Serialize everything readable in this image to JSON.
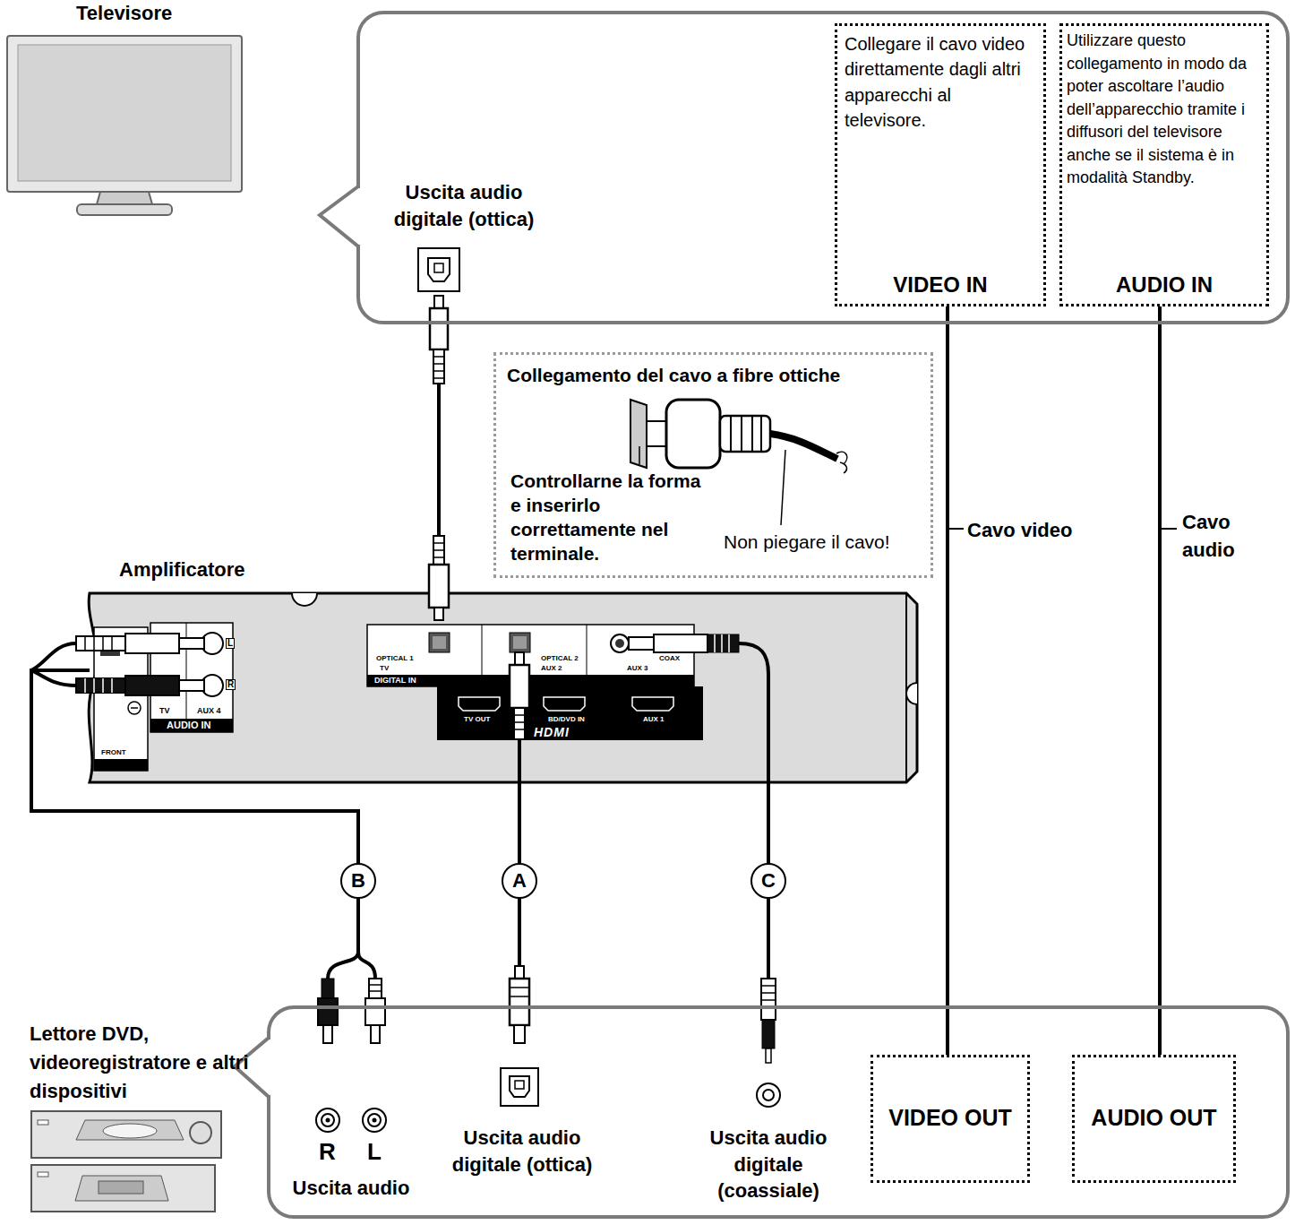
{
  "diagram": {
    "nodes": [
      {
        "text": [
          "Uscita audio digitale (ottica)"
        ]
      },
      {
        "text": [
          "Collegare il cavo video direttamente dagli altri apparecchi al televisore.",
          "VIDEO IN"
        ],
        "in": 0
      },
      {
        "text": [
          "Utilizzare questo collegamento in modo da poter ascoltare l’audio dell’apparecchio tramite i diffusori del televisore anche se il sistema è in modalità Standby.",
          "AUDIO IN"
        ],
        "in": 0
      },
      {
        "text": [
          "Collegamento del cavo a fibre ottiche",
          "Controllarne la forma e inserirlo correttamente nel terminale.",
          "Non piegare il cavo!"
        ]
      },
      {
        "text": [
          "Amplificatore"
        ]
      },
      {
        "text": [
          "Uscita audio",
          "Uscita audio digitale (ottica)",
          "Uscita audio digitale (coassiale)"
        ]
      },
      {
        "text": [
          "VIDEO OUT"
        ],
        "in": 5
      },
      {
        "text": [
          "AUDIO OUT"
        ],
        "in": 5
      }
    ],
    "edges": [
      {
        "from": 0,
        "to": 4,
        "arrow": "none"
      },
      {
        "from": 5,
        "to": 4,
        "label": "B",
        "arrow": "none"
      },
      {
        "from": 5,
        "to": 4,
        "label": "A",
        "arrow": "none"
      },
      {
        "from": 5,
        "to": 4,
        "label": "C",
        "arrow": "none"
      },
      {
        "from": 6,
        "to": 1,
        "label": "Cavo video",
        "arrow": "none"
      },
      {
        "from": 7,
        "to": 2,
        "label": "Cavo audio",
        "arrow": "none"
      }
    ],
    "labels": [
      "Televisore",
      "Lettore DVD, videoregistratore e altri dispositivi",
      "R",
      "L",
      "L",
      "R",
      "TV",
      "AUX 4",
      "AUDIO IN",
      "FRONT",
      "OPTICAL 1",
      "TV",
      "OPTICAL 2",
      "AUX 2",
      "COAX",
      "AUX 3",
      "DIGITAL IN",
      "TV OUT",
      "BD/DVD IN",
      "AUX 1",
      "HDMI"
    ]
  }
}
